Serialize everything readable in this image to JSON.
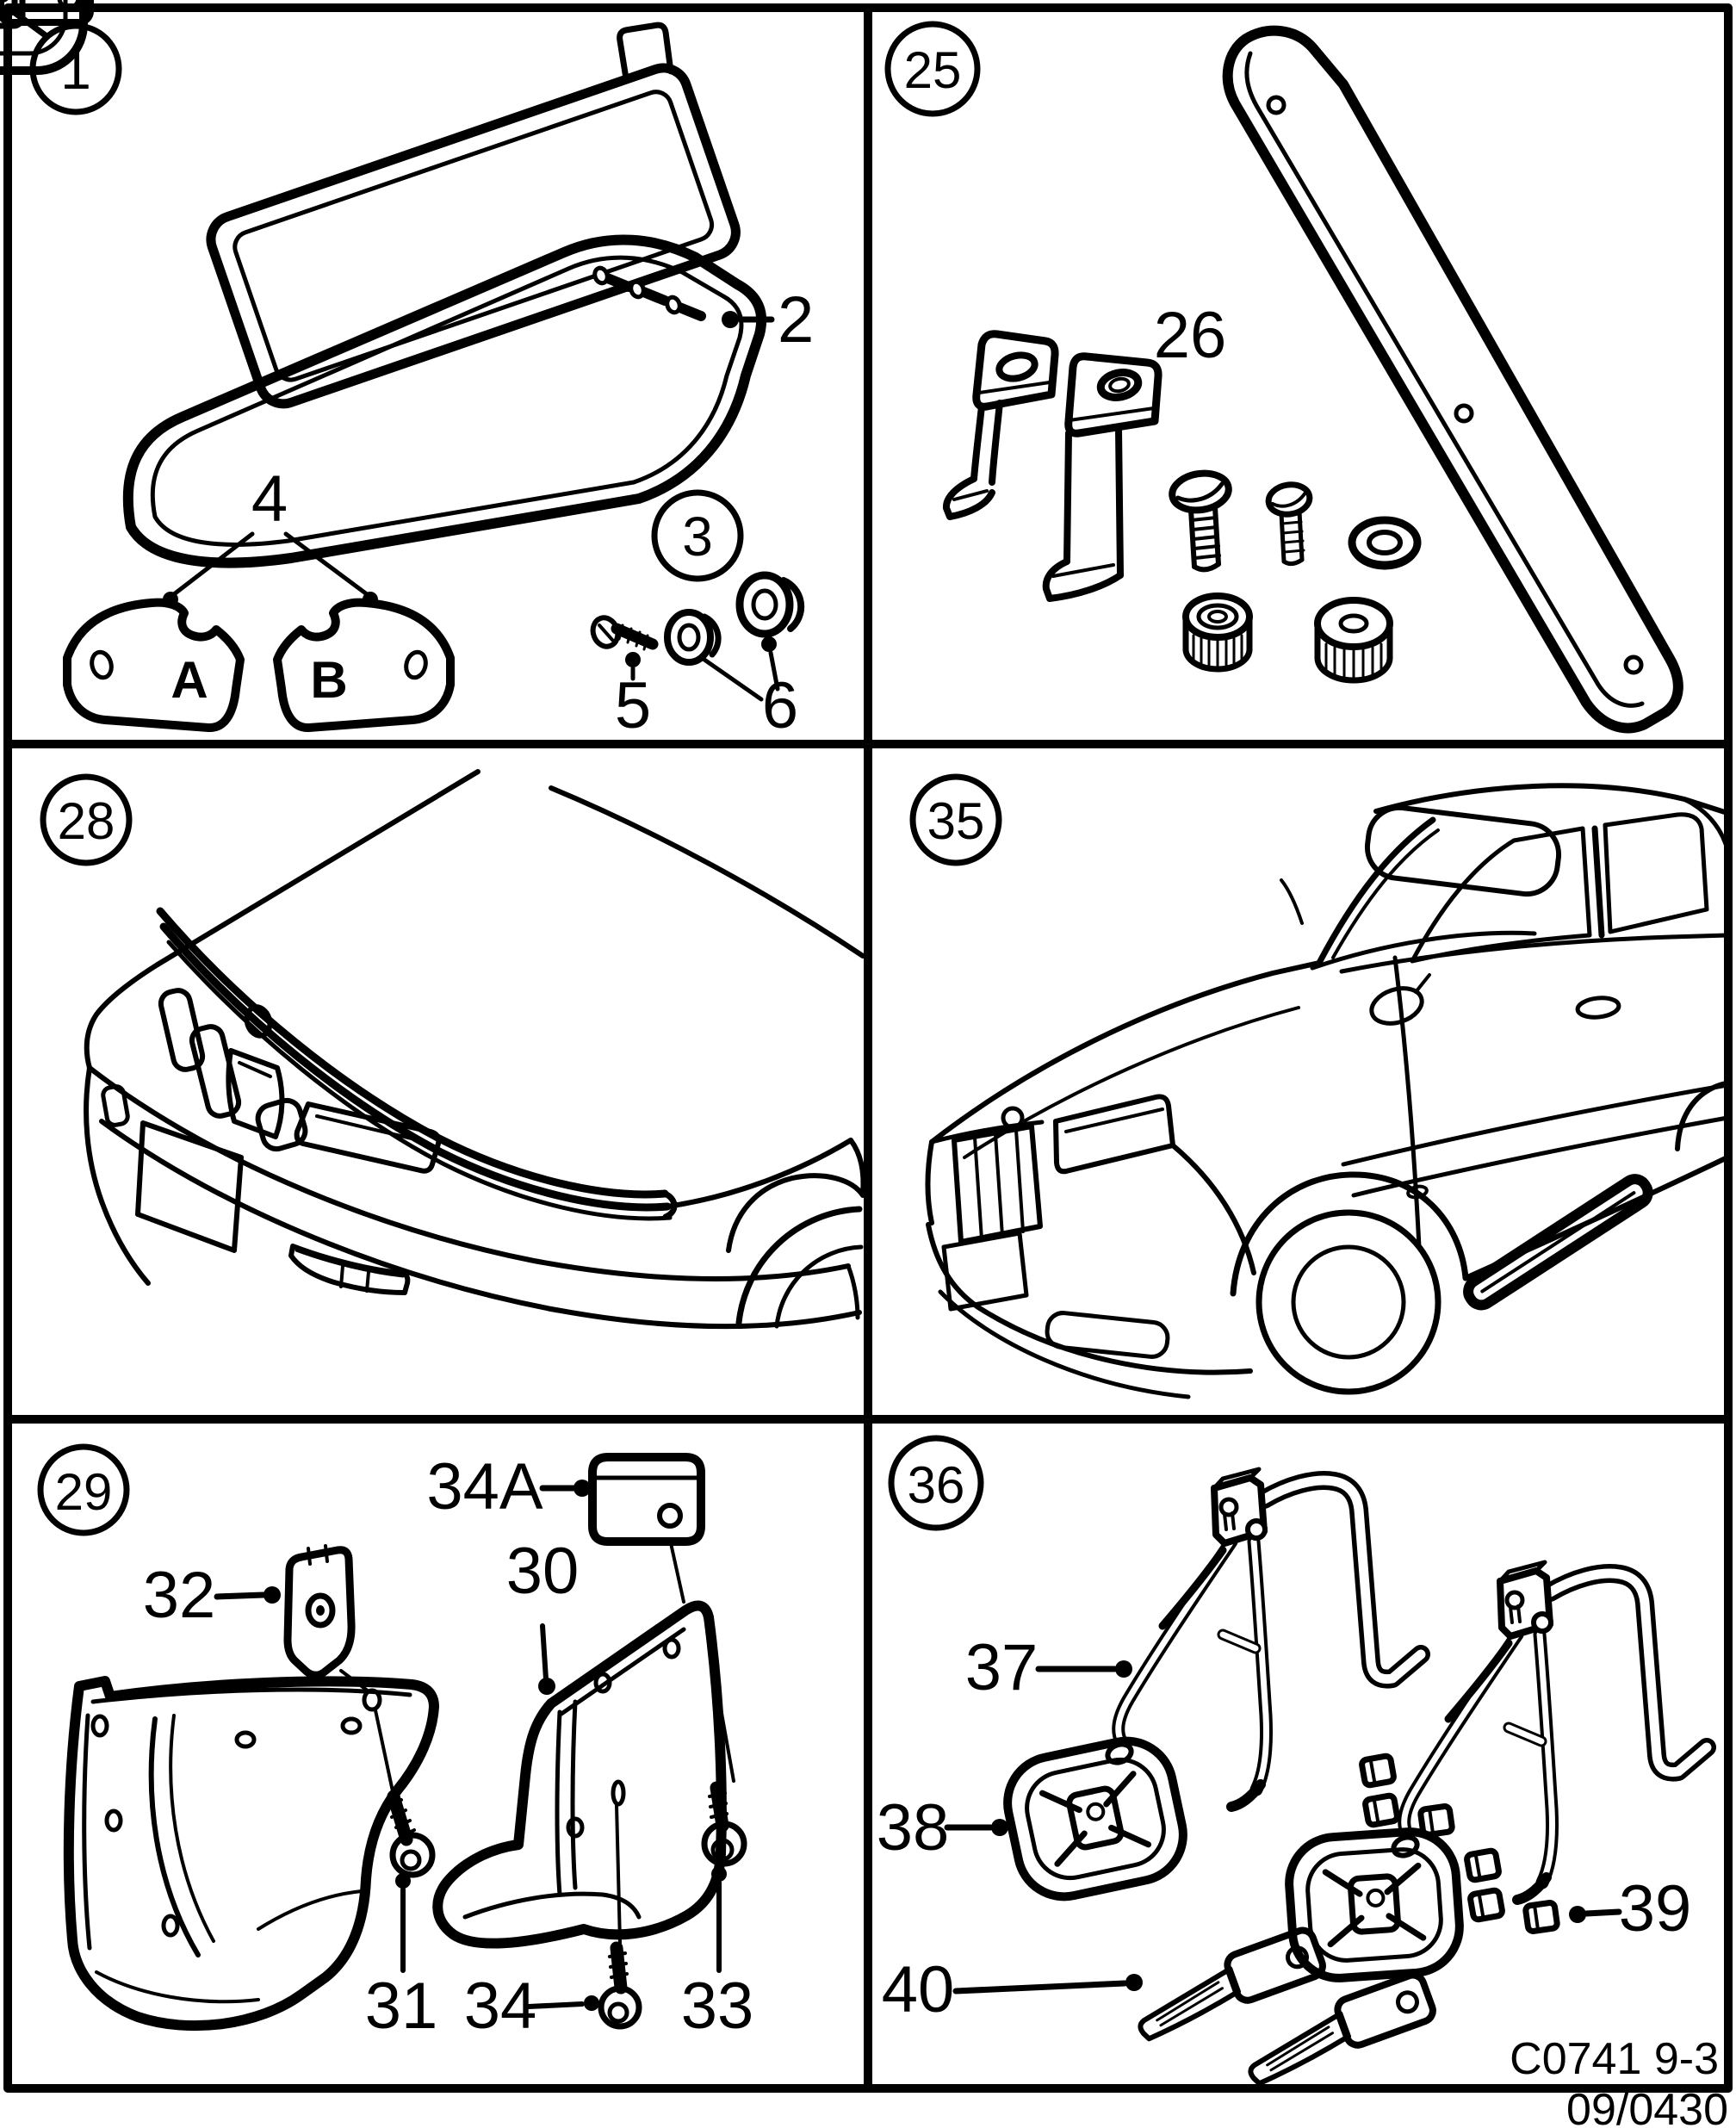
{
  "figure": {
    "type": "parts-catalog-figure",
    "grid": "2x3 panels"
  },
  "panels": {
    "p1": {
      "badge": "1",
      "c2": "2",
      "c3": "3",
      "c4": "4",
      "c5": "5",
      "c6": "6",
      "padA": "A",
      "padB": "B"
    },
    "p25": {
      "badge": "25",
      "c26": "26"
    },
    "p28": {
      "badge": "28"
    },
    "p35": {
      "badge": "35"
    },
    "p29": {
      "badge": "29",
      "c30": "30",
      "c31": "31",
      "c32": "32",
      "c33": "33",
      "c34": "34",
      "c34A": "34A"
    },
    "p36": {
      "badge": "36",
      "c37": "37",
      "c38": "38",
      "c39": "39",
      "c40": "40"
    }
  },
  "footer": {
    "code": "C0741 9-3",
    "issue": "09/0430"
  }
}
